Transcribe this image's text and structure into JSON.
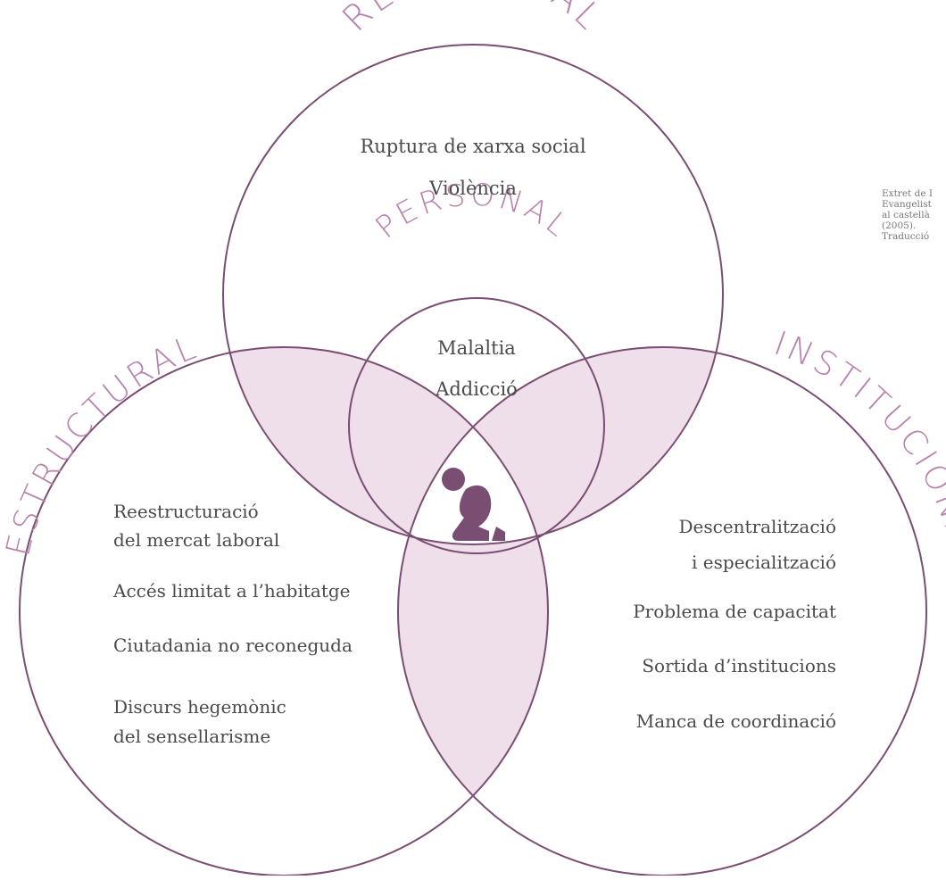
{
  "colors": {
    "stroke": "#7a4d72",
    "overlap_fill": "#eedfea",
    "center_fill": "#ffffff",
    "label_color": "#b783ad",
    "text_color": "#4a4a4a",
    "figure_color": "#7a4d72",
    "note_color": "#777777"
  },
  "labels": {
    "relacional": "RELACIONAL",
    "personal": "PERSONAL",
    "estructural": "ESTRUCTURAL",
    "institucional": "INSTITUCIONAL"
  },
  "relacional_items": [
    "Ruptura de xarxa social",
    "Violència"
  ],
  "personal_items": [
    "Malaltia",
    "Addicció"
  ],
  "estructural_items": [
    "Reestructuració",
    "del mercat laboral",
    "Accés limitat a l’habitatge",
    "Ciutadania no reconeguda",
    "Discurs hegemònic",
    "del sensellarisme"
  ],
  "institucional_items": [
    "Descentralització",
    "i especialització",
    "Problema de capacitat",
    "Sortida d’institucions",
    "Manca de coordinació"
  ],
  "side_note": [
    "Extret de I",
    "Evangelist",
    "al castellà",
    "(2005).",
    "Traducció"
  ],
  "center_icon": "kneeling-person-icon"
}
